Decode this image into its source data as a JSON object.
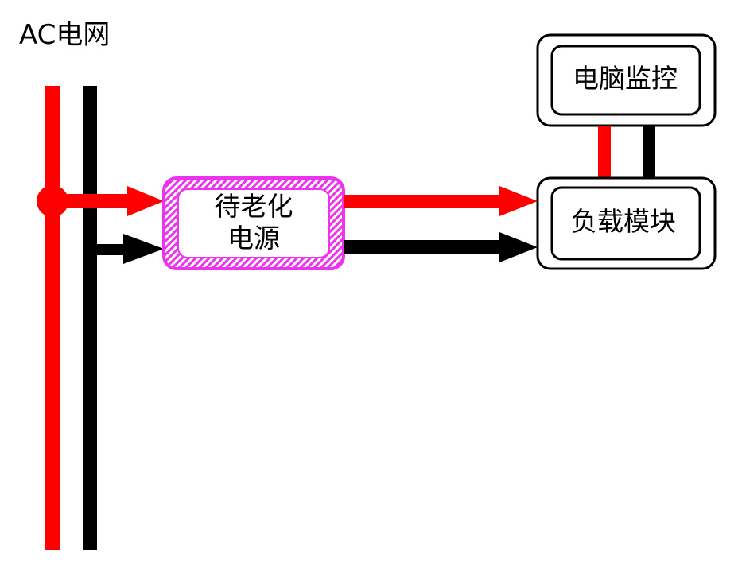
{
  "title": "AC电网",
  "power_supply": {
    "line1": "待老化",
    "line2": "电源"
  },
  "computer_monitor": {
    "label": "电脑监控"
  },
  "load_module": {
    "label": "负载模块"
  },
  "colors": {
    "live_wire": "#ff0000",
    "neutral_wire": "#000000",
    "psu_border": "#ee33ee"
  }
}
